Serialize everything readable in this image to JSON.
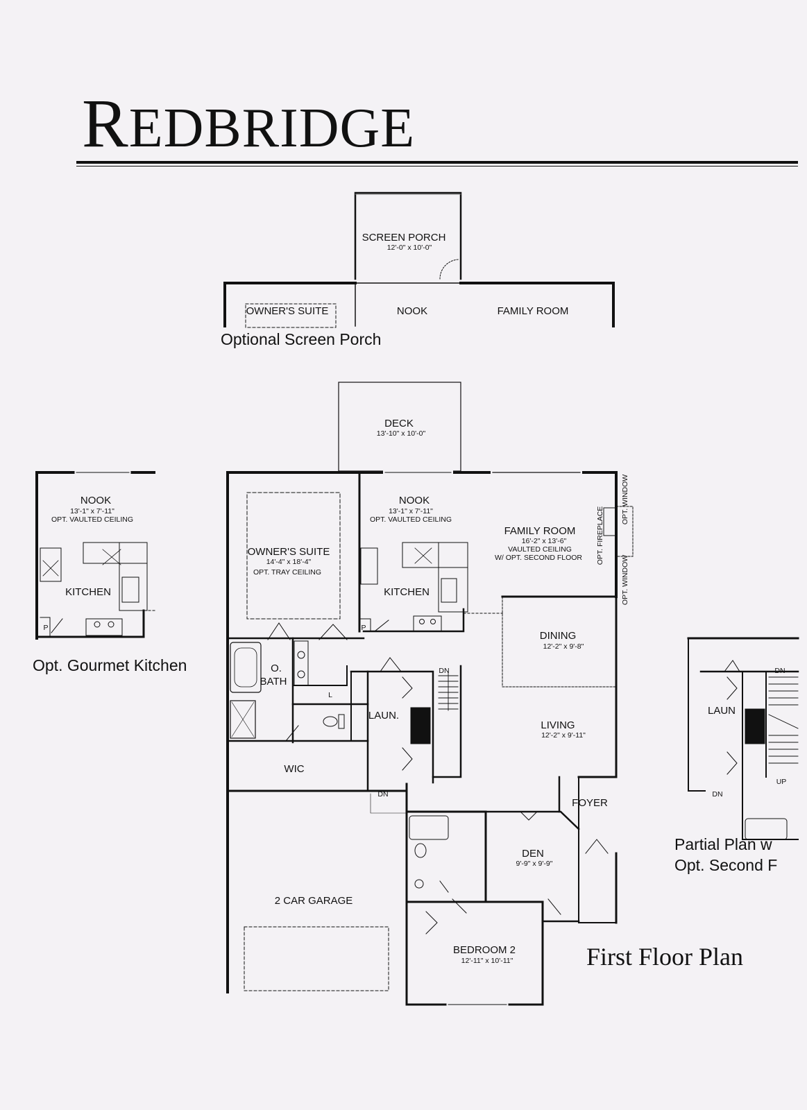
{
  "title": {
    "initial": "R",
    "rest": "EDBRIDGE"
  },
  "captions": {
    "optional_screen_porch": "Optional Screen Porch",
    "opt_gourmet_kitchen": "Opt. Gourmet Kitchen",
    "partial_plan_line1": "Partial Plan w",
    "partial_plan_line2": "Opt. Second F",
    "first_floor_plan": "First Floor Plan"
  },
  "screen_porch_plan": {
    "screen_porch": {
      "name": "SCREEN PORCH",
      "size": "12'-0\" x 10'-0\""
    },
    "owners_suite": "OWNER'S SUITE",
    "nook": "NOOK",
    "family_room": "FAMILY ROOM"
  },
  "gourmet_kitchen_plan": {
    "nook": {
      "name": "NOOK",
      "size": "13'-1\" x 7'-11\"",
      "note": "OPT. VAULTED CEILING"
    },
    "kitchen": "KITCHEN",
    "pantry": "P"
  },
  "first_floor": {
    "deck": {
      "name": "DECK",
      "size": "13'-10\" x 10'-0\""
    },
    "nook": {
      "name": "NOOK",
      "size": "13'-1\" x 7'-11\"",
      "note": "OPT. VAULTED CEILING"
    },
    "family_room": {
      "name": "FAMILY ROOM",
      "size": "16'-2\" x 13'-6\"",
      "note1": "VAULTED CEILING",
      "note2": "W/ OPT. SECOND FLOOR"
    },
    "owners_suite": {
      "name": "OWNER'S SUITE",
      "size": "14'-4\" x 18'-4\"",
      "note": "OPT. TRAY CEILING"
    },
    "kitchen": "KITCHEN",
    "pantry": "P",
    "opt_window_top": "OPT. WINDOW",
    "opt_window_bottom": "OPT. WINDOW",
    "opt_fireplace": "OPT. FIREPLACE",
    "dining": {
      "name": "DINING",
      "size": "12'-2\" x 9'-8\""
    },
    "o_bath": {
      "line1": "O.",
      "line2": "BATH"
    },
    "linen": "L",
    "laundry": "LAUN.",
    "stair_down": "DN",
    "garage_step_down": "DN",
    "living": {
      "name": "LIVING",
      "size": "12'-2\" x 9'-11\""
    },
    "wic": "WIC",
    "foyer": "FOYER",
    "den": {
      "name": "DEN",
      "size": "9'-9\" x 9'-9\""
    },
    "garage": "2 CAR GARAGE",
    "bedroom2": {
      "name": "BEDROOM 2",
      "size": "12'-11\" x 10'-11\""
    }
  },
  "partial_plan": {
    "laundry": "LAUN",
    "stair_down": "DN",
    "laundry_down": "DN",
    "stair_up": "UP"
  }
}
